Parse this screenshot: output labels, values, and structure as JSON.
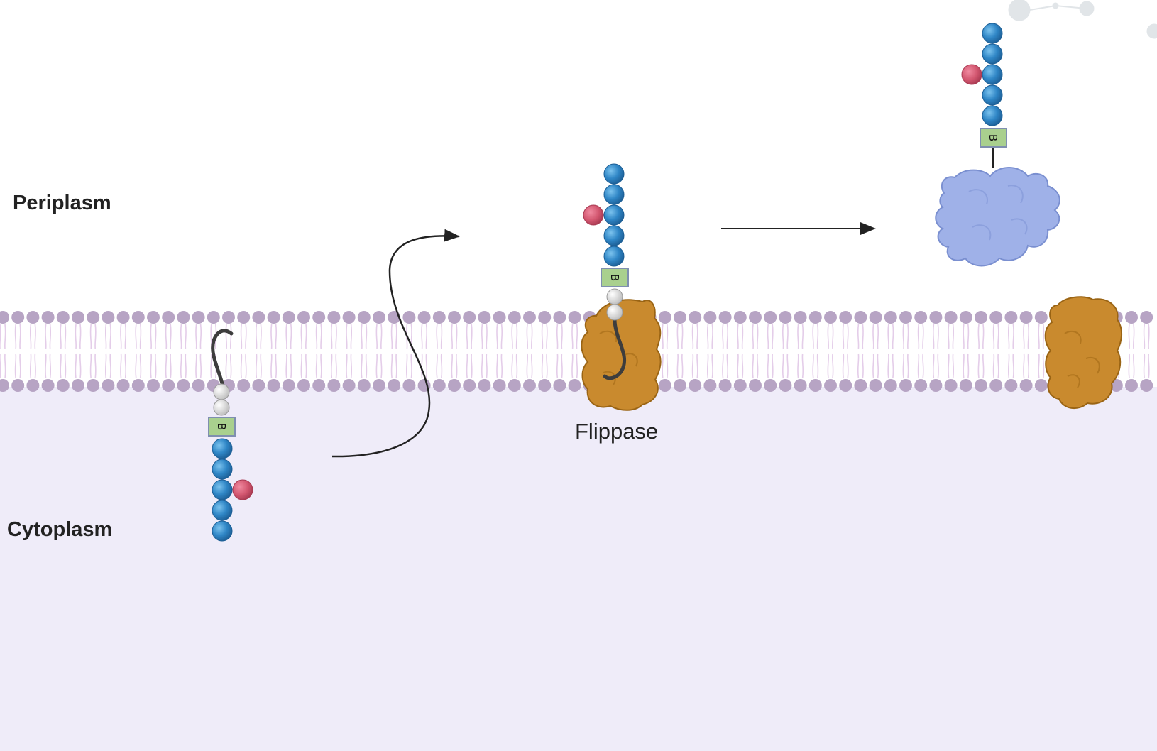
{
  "labels": {
    "periplasm": "Periplasm",
    "cytoplasm": "Cytoplasm",
    "flippase": "Flippase"
  },
  "glycan": {
    "anchor_letter": "B"
  },
  "colors": {
    "cytoplasm_fill": "#efecf9",
    "lipid_head": "#b7a4c4",
    "lipid_tail": "#e4cde9",
    "sugar_blue": "#2f86c6",
    "branch_red": "#d2566f",
    "anchor_box": "#a9d08e",
    "linker_grey": "#d9d9d9",
    "flippase_brown": "#c98a2e",
    "enzyme_blue": "#9fb1e8",
    "arrow": "#222222"
  },
  "icons": [
    "lipid-bilayer",
    "sugar-chain",
    "flippase-protein",
    "enzyme-complex",
    "curved-arrow",
    "straight-arrow"
  ]
}
